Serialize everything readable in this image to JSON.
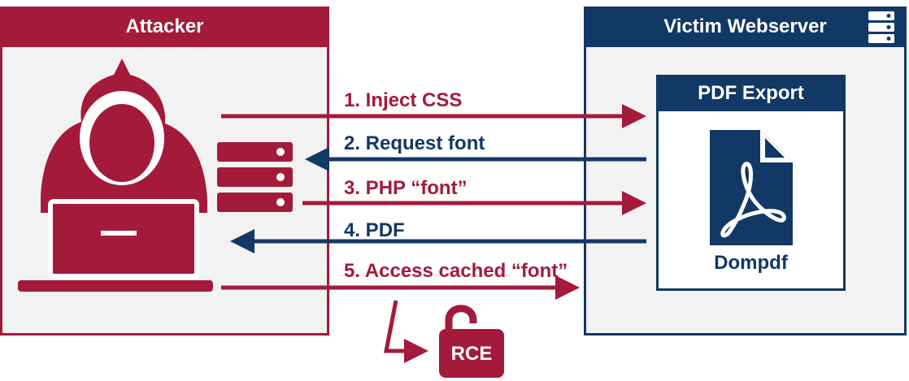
{
  "attacker": {
    "title": "Attacker"
  },
  "victim": {
    "title": "Victim Webserver"
  },
  "pdf_export": {
    "title": "PDF Export",
    "caption": "Dompdf"
  },
  "steps": [
    {
      "label": "1. Inject CSS"
    },
    {
      "label": "2. Request font"
    },
    {
      "label": "3. PHP “font”"
    },
    {
      "label": "4. PDF"
    },
    {
      "label": "5. Access cached “font”"
    }
  ],
  "rce": {
    "label": "RCE"
  },
  "colors": {
    "attacker": "#a41a3b",
    "victim": "#123865"
  }
}
